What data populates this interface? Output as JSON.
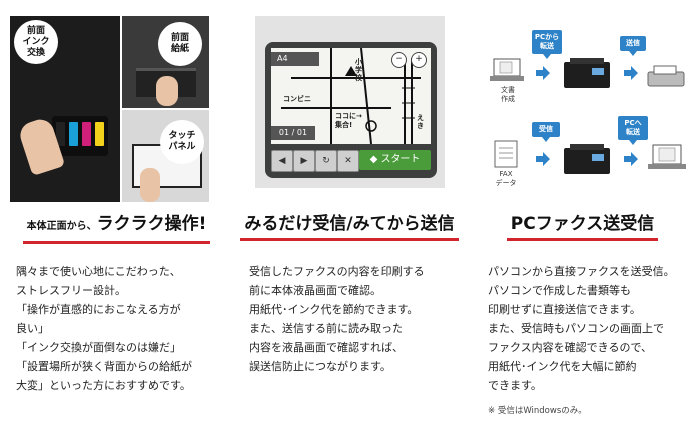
{
  "col1": {
    "bubbles": [
      "前面\nインク\n交換",
      "前面\n給紙",
      "タッチ\nパネル"
    ],
    "heading_prefix": "本体正面から、",
    "heading_main": "ラクラク操作!",
    "lines": [
      "隅々まで使い心地にこだわった、",
      "ストレスフリー設計。",
      "「操作が直感的におこなえる方が",
      "良い」",
      "「インク交換が面倒なのは嫌だ」",
      "「設置場所が狭く背面からの給紙が",
      "大変」といった方におすすめです。"
    ]
  },
  "col2": {
    "lcd_label": "A4",
    "lcd_page": "01 / 01",
    "map_text_1": "小学校",
    "map_text_2": "コンビニ",
    "map_text_3": "ココに→\n集合!",
    "map_text_4": "えき",
    "start_label": "スタート",
    "heading": "みるだけ受信/みてから送信",
    "lines": [
      "受信したファクスの内容を印刷する",
      "前に本体液晶画面で確認。",
      "用紙代･インク代を節約できます。",
      "また、送信する前に読み取った",
      "内容を液晶画面で確認すれば、",
      "誤送信防止につながります。"
    ]
  },
  "col3": {
    "tag_pc_send": "PCから\n転送",
    "tag_send": "送信",
    "tag_receive": "受信",
    "tag_pc_forward": "PCへ\n転送",
    "caption_doc": "文書\n作成",
    "caption_fax": "FAX\nデータ",
    "heading": "PCファクス送受信",
    "lines": [
      "パソコンから直接ファクスを送受信。",
      "パソコンで作成した書類等も",
      "印刷せずに直接送信できます。",
      "また、受信時もパソコンの画面上で",
      "ファクス内容を確認できるので、",
      "用紙代･インク代を大幅に節約",
      "できます。"
    ],
    "note": "※ 受信はWindowsのみ。"
  },
  "colors": {
    "accent_red": "#d2242c",
    "accent_blue": "#2e83c8",
    "start_green": "#4a9c3a"
  }
}
